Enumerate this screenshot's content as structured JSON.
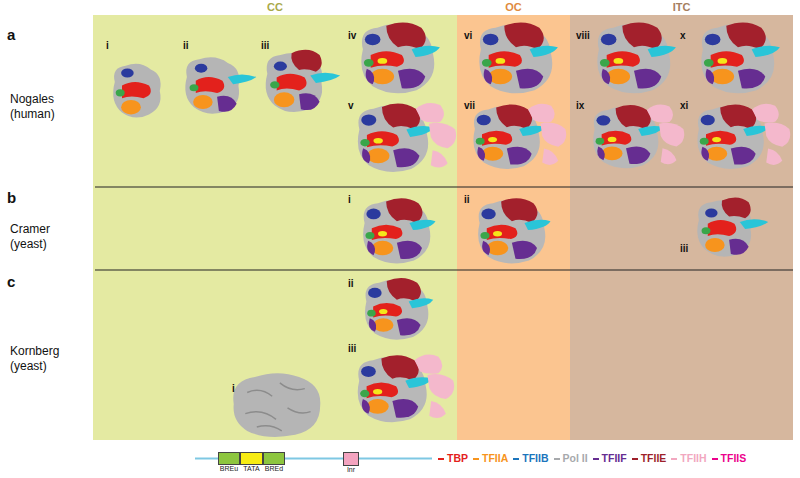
{
  "diagram": {
    "nodes": [
      {
        "text": [
          "CC"
        ]
      },
      {
        "text": [
          "OC"
        ]
      },
      {
        "text": [
          "ITC"
        ]
      },
      {
        "text": [
          "BREu"
        ]
      },
      {
        "text": [
          "TATA"
        ]
      },
      {
        "text": [
          "BREd"
        ]
      },
      {
        "text": [
          "Inr"
        ]
      }
    ],
    "edges": [
      {
        "from": 5,
        "to": 6,
        "arrow": "none"
      }
    ],
    "labels": [
      "a",
      "Nogales",
      "(human)",
      "b",
      "Cramer",
      "(yeast)",
      "c",
      "Kornberg",
      "(yeast)",
      "i",
      "ii",
      "iii",
      "iv",
      "v",
      "vi",
      "vii",
      "viii",
      "ix",
      "x",
      "xi",
      "i",
      "ii",
      "iii",
      "i",
      "ii",
      "iii"
    ],
    "legend": [
      {
        "text": "TBP",
        "color": "#e3211c"
      },
      {
        "text": "TFIIA",
        "color": "#f7941d"
      },
      {
        "text": "TFIIB",
        "color": "#1c75bc"
      },
      {
        "text": "Pol II",
        "color": "#a7a9ac"
      },
      {
        "text": "TFIIF",
        "color": "#662d91"
      },
      {
        "text": "TFIIE",
        "color": "#9e1f2a"
      },
      {
        "text": "TFIIH",
        "color": "#f2a8c0"
      },
      {
        "text": "TFIIS",
        "color": "#ec008c"
      }
    ]
  }
}
